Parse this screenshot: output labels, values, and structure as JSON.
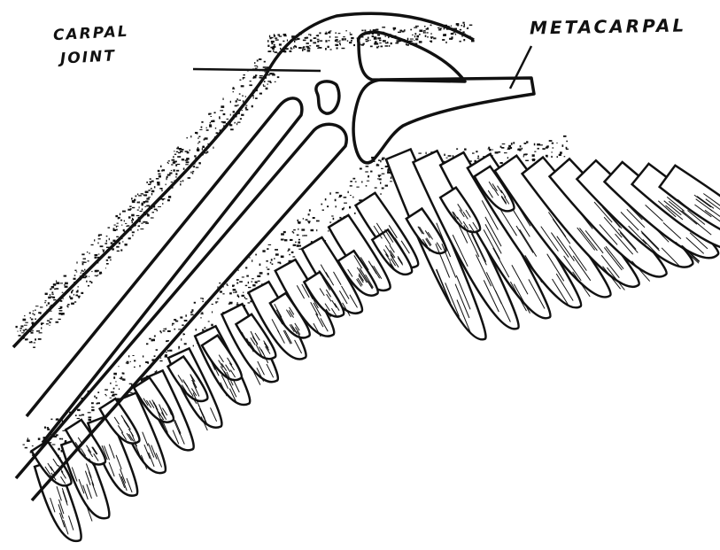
{
  "diagram": {
    "labels": {
      "carpal_joint_line1": "CARPAL",
      "carpal_joint_line2": "JOINT",
      "metacarpal": "METACARPAL"
    },
    "colors": {
      "ink": "#111111",
      "paper": "#ffffff"
    }
  }
}
